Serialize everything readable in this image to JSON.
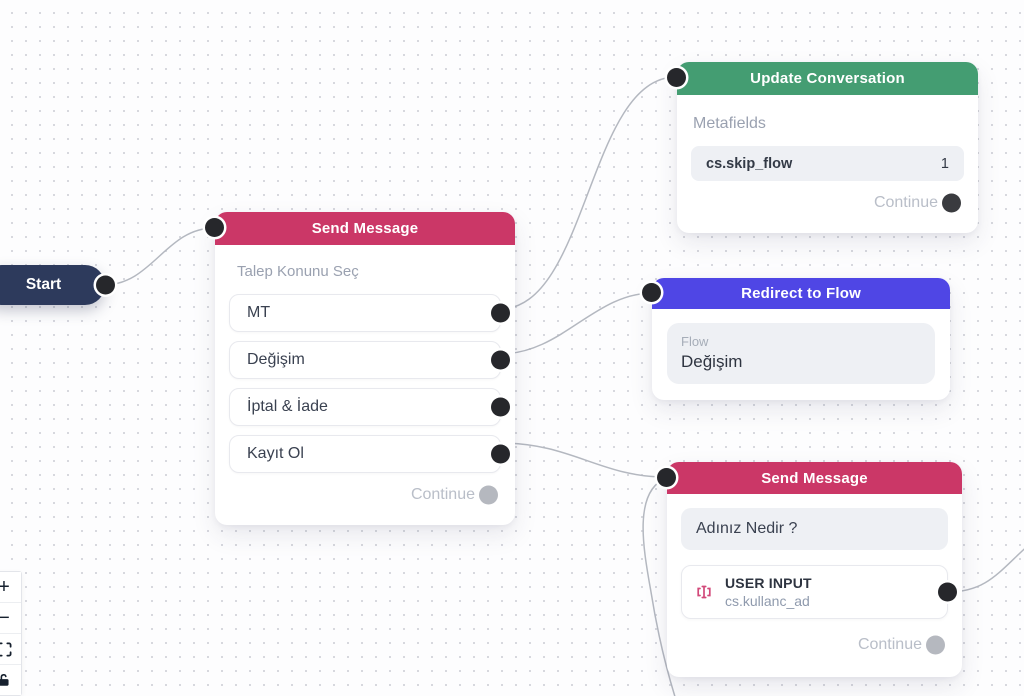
{
  "canvas": {
    "bg_color": "#fdfdfe",
    "grid_dot_color": "#d7d8de",
    "edge_color": "#b4b8c0"
  },
  "start": {
    "label": "Start",
    "color": "#2d3a5c"
  },
  "send_message_1": {
    "title": "Send Message",
    "header_color": "#cb3767",
    "prompt": "Talep Konunu Seç",
    "options": [
      {
        "label": "MT"
      },
      {
        "label": "Değişim"
      },
      {
        "label": "İptal & İade"
      },
      {
        "label": "Kayıt Ol"
      }
    ],
    "continue_label": "Continue"
  },
  "update_conversation": {
    "title": "Update Conversation",
    "header_color": "#449d72",
    "section_label": "Metafields",
    "metafield": {
      "key": "cs.skip_flow",
      "value": "1"
    },
    "continue_label": "Continue"
  },
  "redirect_to_flow": {
    "title": "Redirect to Flow",
    "header_color": "#4f46e5",
    "field_label": "Flow",
    "field_value": "Değişim"
  },
  "send_message_2": {
    "title": "Send Message",
    "header_color": "#cb3767",
    "message": "Adınız Nedir ?",
    "user_input": {
      "label": "USER INPUT",
      "variable": "cs.kullanc_ad"
    },
    "continue_label": "Continue"
  },
  "controls": {
    "zoom_in": "+",
    "zoom_out": "−"
  }
}
